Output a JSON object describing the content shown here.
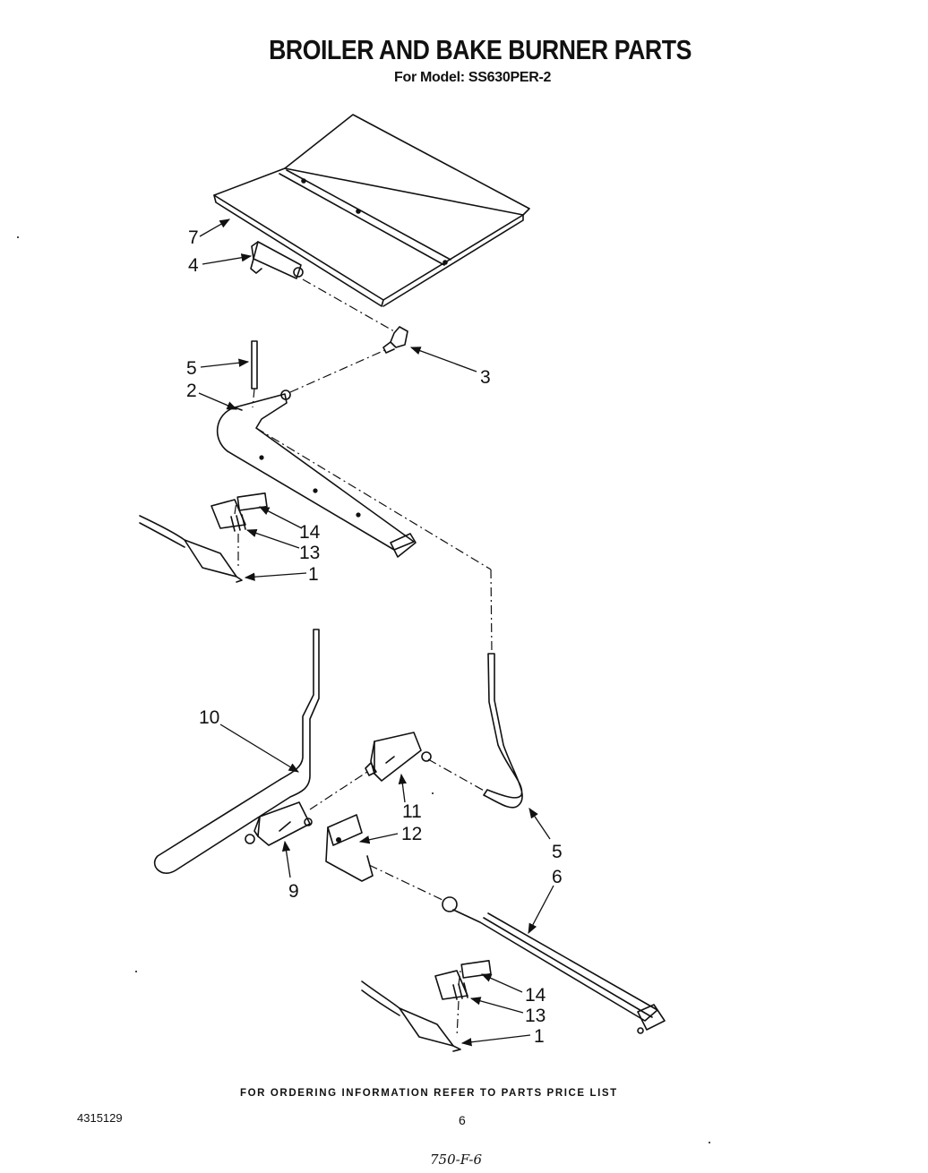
{
  "page": {
    "title": "BROILER AND BAKE BURNER PARTS",
    "model_line": "For Model: SS630PER-2",
    "footer_note": "FOR ORDERING INFORMATION REFER TO PARTS PRICE LIST",
    "doc_number": "4315129",
    "page_number": "6",
    "handwritten_note": "750-F-6"
  },
  "callouts": {
    "c7": "7",
    "c4": "4",
    "c3": "3",
    "c5a": "5",
    "c2": "2",
    "c14a": "14",
    "c13a": "13",
    "c1a": "1",
    "c10": "10",
    "c11": "11",
    "c12": "12",
    "c5b": "5",
    "c6": "6",
    "c9": "9",
    "c14b": "14",
    "c13b": "13",
    "c1b": "1"
  }
}
